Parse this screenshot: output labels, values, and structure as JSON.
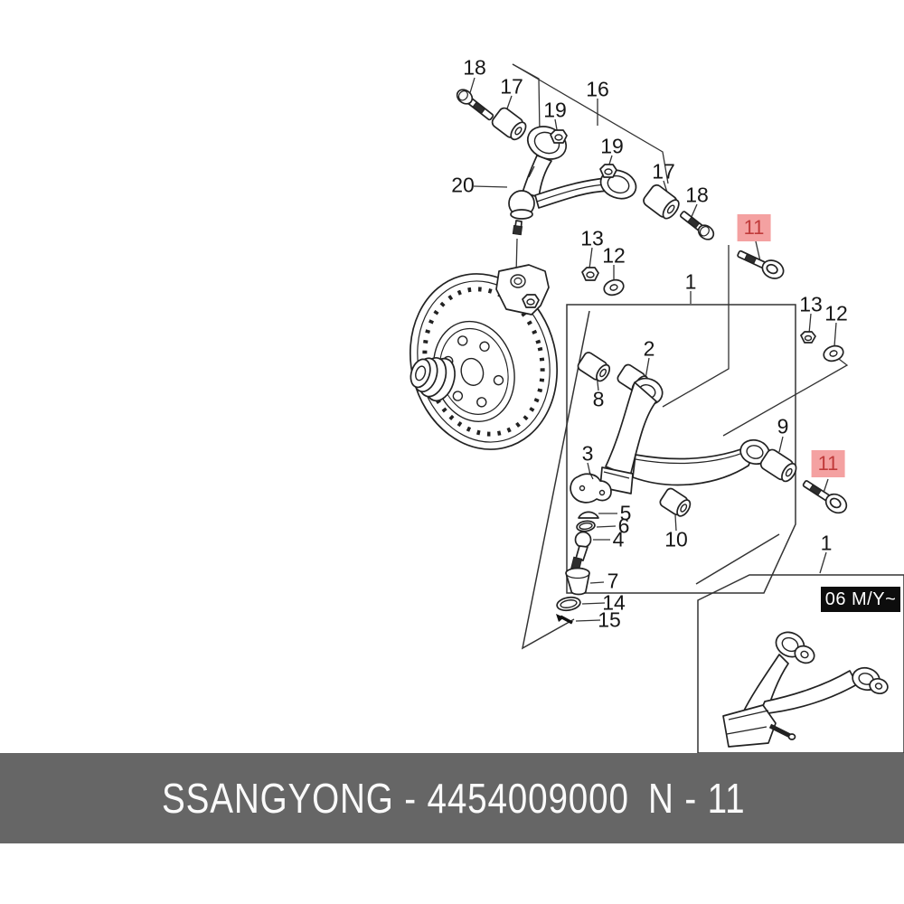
{
  "banner": {
    "text": "SSANGYONG - 4454009000",
    "page_ref": "N - 11",
    "bg_color": "#666666",
    "text_color": "#fafafa"
  },
  "inset": {
    "model_year_tag": "06 M/Y~",
    "tag_bg": "#0d0d0d",
    "tag_color": "#ffffff"
  },
  "highlight_colors": {
    "bg": "#f4a1a1",
    "text": "#c03a3a"
  },
  "callouts": [
    {
      "label": "18",
      "highlighted": false
    },
    {
      "label": "17",
      "highlighted": false
    },
    {
      "label": "16",
      "highlighted": false
    },
    {
      "label": "19",
      "highlighted": false
    },
    {
      "label": "19",
      "highlighted": false
    },
    {
      "label": "17",
      "highlighted": false
    },
    {
      "label": "18",
      "highlighted": false
    },
    {
      "label": "20",
      "highlighted": false
    },
    {
      "label": "13",
      "highlighted": false
    },
    {
      "label": "12",
      "highlighted": false
    },
    {
      "label": "11",
      "highlighted": true
    },
    {
      "label": "1",
      "highlighted": false
    },
    {
      "label": "13",
      "highlighted": false
    },
    {
      "label": "12",
      "highlighted": false
    },
    {
      "label": "2",
      "highlighted": false
    },
    {
      "label": "8",
      "highlighted": false
    },
    {
      "label": "9",
      "highlighted": false
    },
    {
      "label": "3",
      "highlighted": false
    },
    {
      "label": "5",
      "highlighted": false
    },
    {
      "label": "6",
      "highlighted": false
    },
    {
      "label": "4",
      "highlighted": false
    },
    {
      "label": "7",
      "highlighted": false
    },
    {
      "label": "14",
      "highlighted": false
    },
    {
      "label": "15",
      "highlighted": false
    },
    {
      "label": "10",
      "highlighted": false
    },
    {
      "label": "11",
      "highlighted": true
    },
    {
      "label": "1",
      "highlighted": false
    }
  ]
}
